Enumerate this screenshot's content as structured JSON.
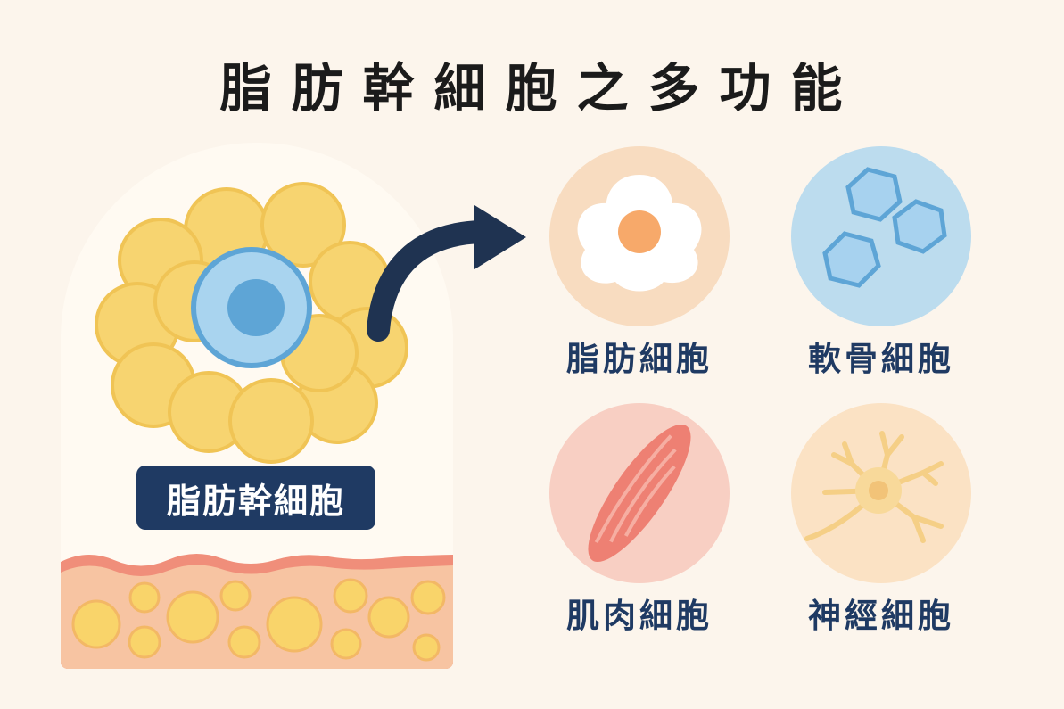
{
  "title": "脂肪幹細胞之多功能",
  "source": {
    "label": "脂肪幹細胞",
    "icon": "stem-cell-cluster-icon"
  },
  "targets": [
    {
      "label": "脂肪細胞",
      "icon": "fat-cell-icon",
      "color": "#f8dcc0"
    },
    {
      "label": "軟骨細胞",
      "icon": "cartilage-cell-icon",
      "color": "#bcdcee"
    },
    {
      "label": "肌肉細胞",
      "icon": "muscle-cell-icon",
      "color": "#f8cfc3"
    },
    {
      "label": "神經細胞",
      "icon": "neuron-icon",
      "color": "#fbe2c4"
    }
  ],
  "colors": {
    "navy": "#1f3a63",
    "fat_yellow": "#f7d470",
    "stem_blue": "#5ea5d6"
  }
}
